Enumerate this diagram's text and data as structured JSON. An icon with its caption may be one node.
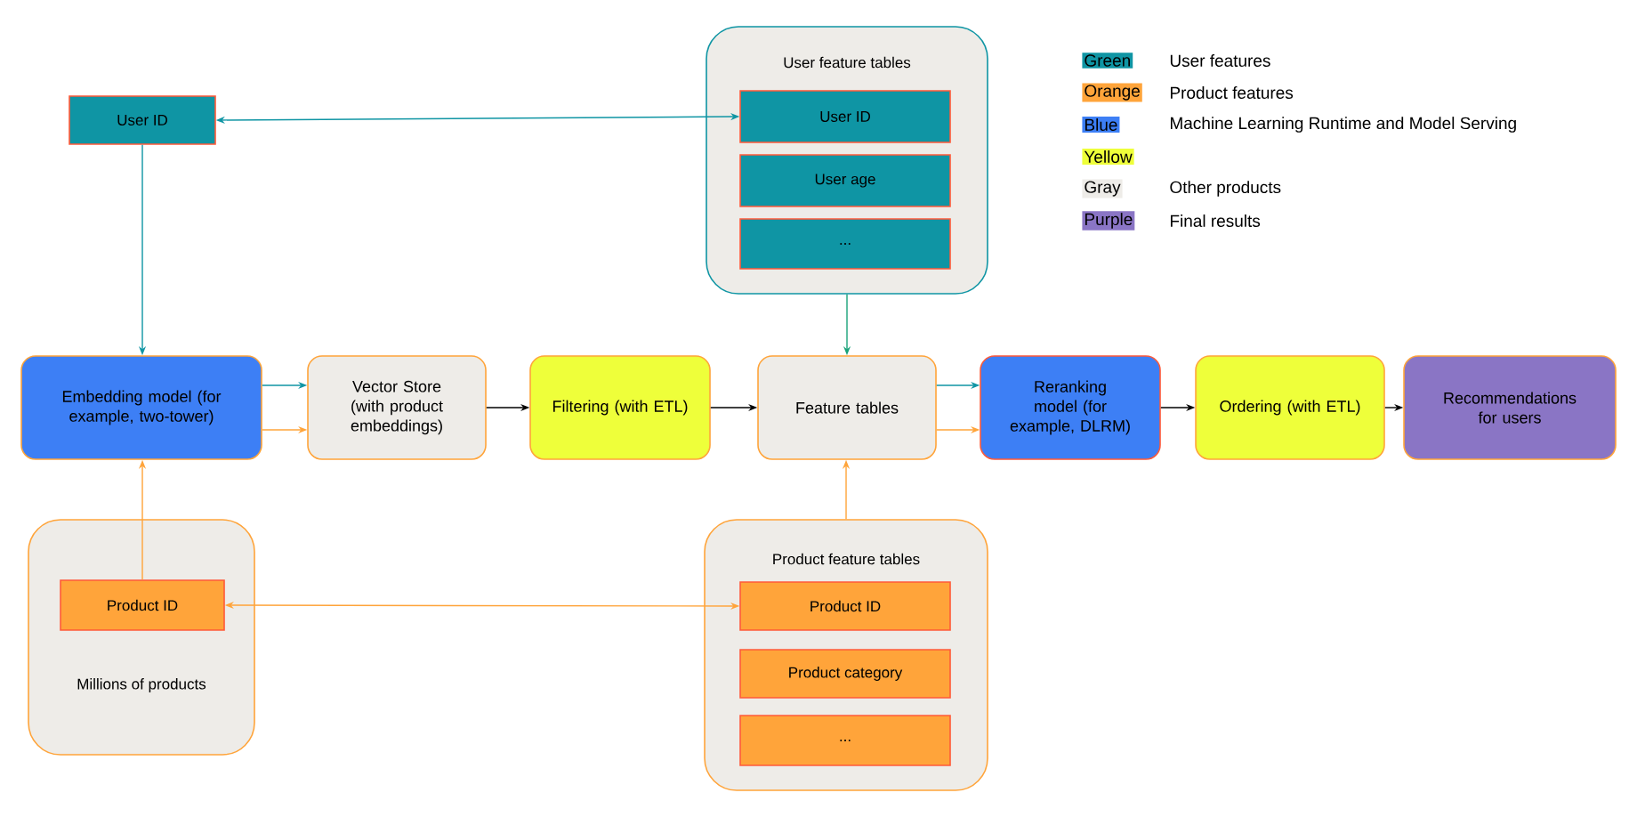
{
  "diagram": {
    "nodes": [
      {
        "text": [
          "User ID"
        ]
      },
      {
        "text": [
          "User feature tables"
        ]
      },
      {
        "text": [
          "User ID"
        ],
        "in": 1
      },
      {
        "text": [
          "User age"
        ],
        "in": 1
      },
      {
        "text": [
          "..."
        ],
        "in": 1
      },
      {
        "text": [
          "Embedding model (for example, two-tower)"
        ]
      },
      {
        "text": [
          "Vector Store (with product embeddings)"
        ]
      },
      {
        "text": [
          "Filtering (with ETL)"
        ]
      },
      {
        "text": [
          "Feature tables"
        ]
      },
      {
        "text": [
          "Reranking model (for example, DLRM)"
        ]
      },
      {
        "text": [
          "Ordering (with ETL)"
        ]
      },
      {
        "text": [
          "Recommendations for users"
        ]
      },
      {
        "text": [
          "Millions of products"
        ]
      },
      {
        "text": [
          "Product ID"
        ],
        "in": 12
      },
      {
        "text": [
          "Product feature tables"
        ]
      },
      {
        "text": [
          "Product ID"
        ],
        "in": 14
      },
      {
        "text": [
          "Product category"
        ],
        "in": 14
      },
      {
        "text": [
          "..."
        ],
        "in": 14
      }
    ],
    "edges": [
      {
        "from": 0,
        "to": 2,
        "arrow": "both",
        "color": "#0f95a4"
      },
      {
        "from": 0,
        "to": 5,
        "arrow": "to",
        "color": "#0f95a4"
      },
      {
        "from": 1,
        "to": 8,
        "arrow": "to",
        "color": "#1aa37a"
      },
      {
        "from": 5,
        "to": 6,
        "arrow": "to",
        "color": "#0f95a4"
      },
      {
        "from": 5,
        "to": 6,
        "arrow": "to",
        "color": "#ffa43a"
      },
      {
        "from": 6,
        "to": 7,
        "arrow": "to",
        "color": "#000000"
      },
      {
        "from": 7,
        "to": 8,
        "arrow": "to",
        "color": "#000000"
      },
      {
        "from": 8,
        "to": 9,
        "arrow": "to",
        "color": "#0f95a4"
      },
      {
        "from": 8,
        "to": 9,
        "arrow": "to",
        "color": "#ffa43a"
      },
      {
        "from": 9,
        "to": 10,
        "arrow": "to",
        "color": "#000000"
      },
      {
        "from": 10,
        "to": 11,
        "arrow": "to",
        "color": "#000000"
      },
      {
        "from": 13,
        "to": 5,
        "arrow": "to",
        "color": "#ffa43a"
      },
      {
        "from": 13,
        "to": 15,
        "arrow": "both",
        "color": "#ffa43a"
      },
      {
        "from": 14,
        "to": 8,
        "arrow": "to",
        "color": "#ffa43a"
      }
    ],
    "labels": [
      "User features",
      "Product features",
      "Machine Learning Runtime and Model Serving",
      "Other products",
      "Final results"
    ],
    "legend": [
      {
        "text": "Green",
        "color": "#0f95a4"
      },
      {
        "text": "Orange",
        "color": "#ffa43a"
      },
      {
        "text": "Blue",
        "color": "#3d7ff5"
      },
      {
        "text": "Yellow",
        "color": "#eeff3a"
      },
      {
        "text": "Gray",
        "color": "#eeece8"
      },
      {
        "text": "Purple",
        "color": "#8a75c5"
      }
    ]
  }
}
